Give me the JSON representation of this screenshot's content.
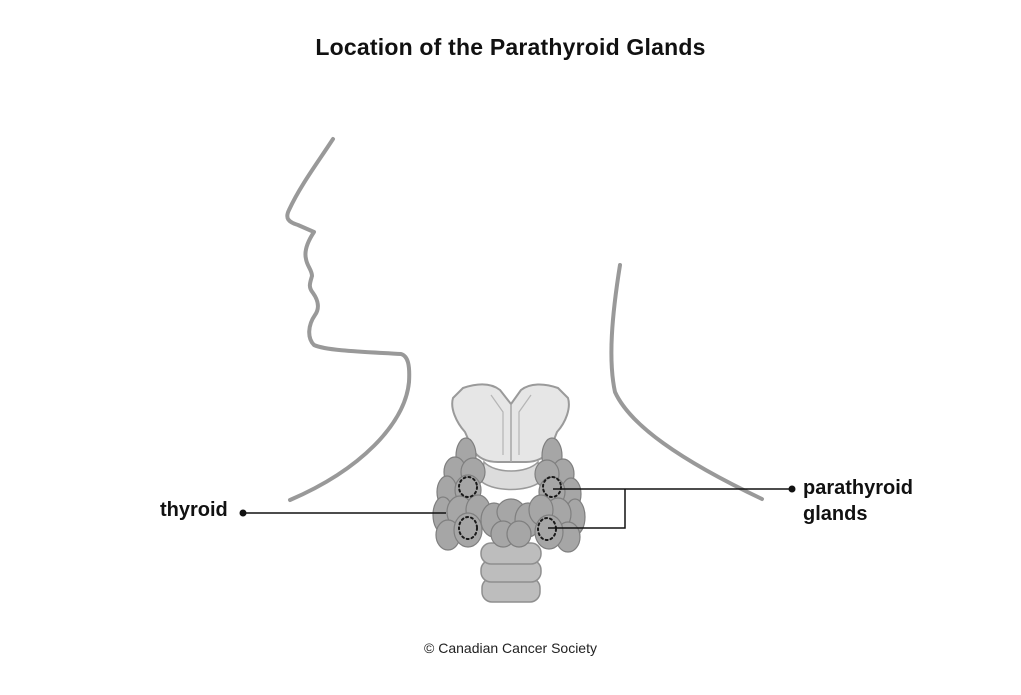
{
  "title": "Location of the Parathyroid Glands",
  "labels": {
    "thyroid": "thyroid",
    "parathyroid_line1": "parathyroid",
    "parathyroid_line2": "glands"
  },
  "credit": "© Canadian Cancer Society",
  "colors": {
    "outline": "#999999",
    "cartilage": "#e6e6e6",
    "thyroid_lobe": "#a6a6a6",
    "thyroid_stroke": "#7f7f7f",
    "trachea": "#bdbdbd",
    "leader_line": "#111111"
  }
}
